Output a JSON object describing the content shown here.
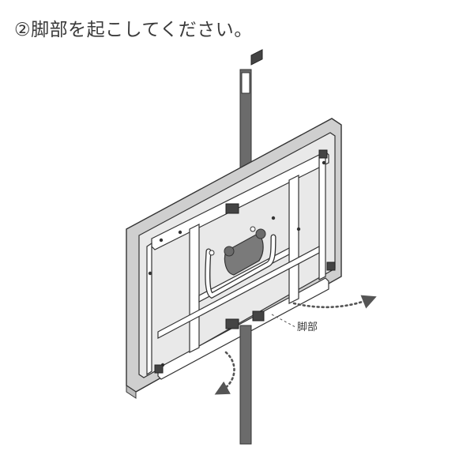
{
  "instruction": {
    "step_marker": "②",
    "text": "脚部を起こしてください。"
  },
  "diagram": {
    "callout_label": "脚部"
  },
  "colors": {
    "outline": "#333333",
    "tray_fill": "#cfcfcf",
    "tray_inner": "#e9e9e9",
    "strap": "#6b6b6b",
    "clip": "#444444",
    "arrow": "#555555"
  }
}
